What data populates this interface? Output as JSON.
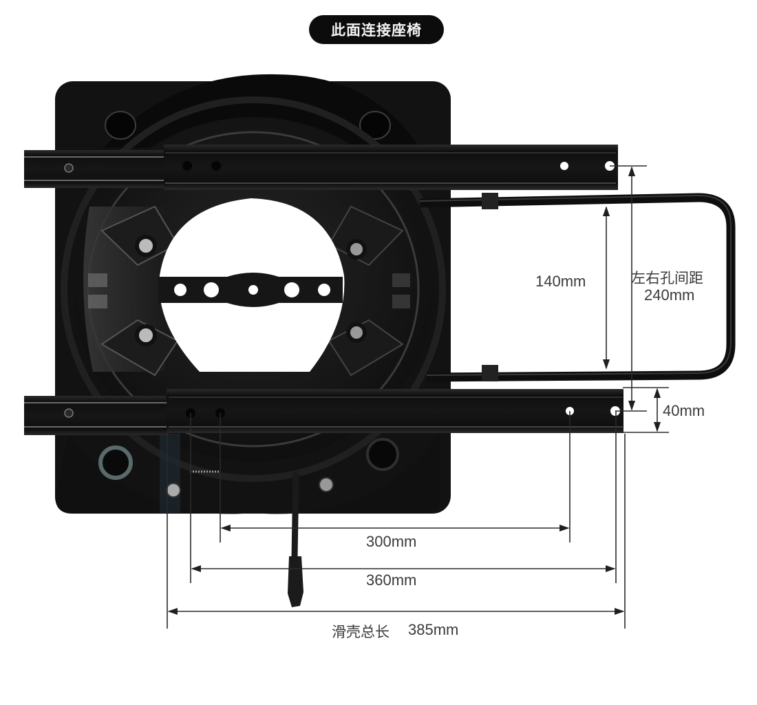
{
  "header": {
    "title": "此面连接座椅"
  },
  "product": {
    "description": "Swivel seat base with slide rails and handle bar",
    "colors": {
      "metal": "#141414",
      "highlight": "#5a5a5a",
      "background": "#ffffff",
      "dimension_line": "#2a2a2a",
      "label_text": "#3a3a3a",
      "title_pill": "#0c0c0c"
    }
  },
  "dimensions": {
    "handle_gap": {
      "label": "140mm",
      "value_mm": 140,
      "orientation": "vertical"
    },
    "hole_spacing_lr": {
      "caption": "左右孔间距",
      "label": "240mm",
      "value_mm": 240,
      "orientation": "vertical"
    },
    "rail_width": {
      "label": "40mm",
      "value_mm": 40,
      "orientation": "vertical"
    },
    "hole_span_inner": {
      "label": "300mm",
      "value_mm": 300,
      "orientation": "horizontal"
    },
    "hole_span_outer": {
      "label": "360mm",
      "value_mm": 360,
      "orientation": "horizontal"
    },
    "slide_total_length": {
      "caption": "滑壳总长",
      "label": "385mm",
      "value_mm": 385,
      "orientation": "horizontal"
    }
  }
}
